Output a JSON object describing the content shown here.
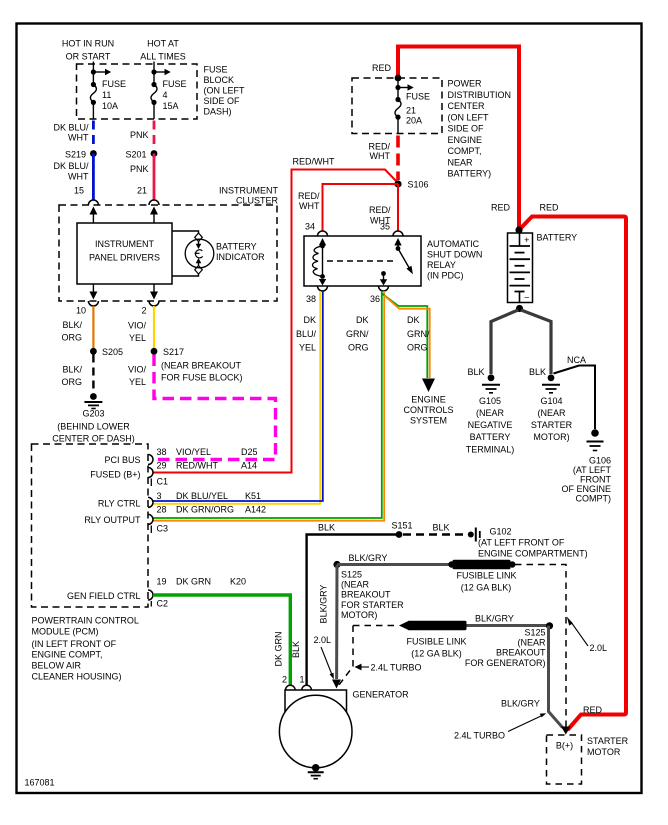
{
  "figure_number": "167081",
  "colors": {
    "red": "#f20000",
    "pink": "#e8174a",
    "dk_blue": "#0014cc",
    "yellow": "#ffd400",
    "orange": "#e07800",
    "magenta": "#ff00e8",
    "green": "#00a400",
    "grn_org_green": "#00a000",
    "grn_org_orange": "#ff8700",
    "gray": "#4c4c4c",
    "dark_gray": "#3a3a3a",
    "black": "#000000"
  },
  "fuse_block": {
    "feed1": [
      "HOT IN RUN",
      "OR START"
    ],
    "feed2": [
      "HOT AT",
      "ALL TIMES"
    ],
    "fuse1": [
      "FUSE",
      "11",
      "10A"
    ],
    "fuse2": [
      "FUSE",
      "4",
      "15A"
    ],
    "note": [
      "FUSE",
      "BLOCK",
      "(ON LEFT",
      "SIDE OF",
      "DASH)"
    ]
  },
  "wires": {
    "dk_blu_wht": [
      "DK BLU/",
      "WHT"
    ],
    "pnk": "PNK",
    "blk_org": [
      "BLK/",
      "ORG"
    ],
    "vio_yel": [
      "VIO/",
      "YEL"
    ],
    "red_wht": [
      "RED/",
      "WHT"
    ],
    "red_wht_inline": "RED/WHT",
    "red": "RED",
    "blk": "BLK",
    "blk_gry": "BLK/GRY",
    "dk_blu_yel": [
      "DK",
      "BLU/",
      "YEL"
    ],
    "dk_grn_org": [
      "DK",
      "GRN/",
      "ORG"
    ],
    "dk_grn": "DK GRN",
    "nca": "NCA"
  },
  "splices": {
    "s219": "S219",
    "s201": "S201",
    "s205": "S205",
    "s217": "S217",
    "s217_note": [
      "(NEAR BREAKOUT",
      "FOR FUSE BLOCK)"
    ],
    "s106": "S106",
    "s151": "S151",
    "s125": "S125",
    "s125_starter_note": [
      "(NEAR",
      "BREAKOUT",
      "FOR STARTER",
      "MOTOR)"
    ],
    "s125_generator_note": [
      "(NEAR",
      "BREAKOUT",
      "FOR GENERATOR)"
    ]
  },
  "pins": {
    "p15": "15",
    "p21": "21",
    "p10": "10",
    "p2": "2",
    "p34": "34",
    "p35": "35",
    "p38": "38",
    "p36": "36",
    "gen1": "1",
    "gen2": "2"
  },
  "instrument_cluster": {
    "title": [
      "INSTRUMENT",
      "CLUSTER"
    ],
    "drivers": [
      "INSTRUMENT",
      "PANEL DRIVERS"
    ],
    "indicator": [
      "BATTERY",
      "INDICATOR"
    ]
  },
  "pdc": {
    "note": [
      "POWER",
      "DISTRIBUTION",
      "CENTER",
      "(ON LEFT",
      "SIDE OF",
      "ENGINE",
      "COMPT,",
      "NEAR",
      "BATTERY)"
    ],
    "fuse": [
      "FUSE",
      "21",
      "20A"
    ]
  },
  "asd_relay": {
    "note": [
      "AUTOMATIC",
      "SHUT DOWN",
      "RELAY",
      "(IN PDC)"
    ]
  },
  "engine_controls": [
    "ENGINE",
    "CONTROLS",
    "SYSTEM"
  ],
  "battery": {
    "label": "BATTERY",
    "plus": "+",
    "minus": "−"
  },
  "grounds": {
    "g203": [
      "G203",
      "(BEHIND LOWER",
      "CENTER OF DASH)"
    ],
    "g105": [
      "G105",
      "(NEAR",
      "NEGATIVE",
      "BATTERY",
      "TERMINAL)"
    ],
    "g104": [
      "G104",
      "(NEAR",
      "STARTER",
      "MOTOR)"
    ],
    "g106": [
      "G106",
      "(AT LEFT",
      "FRONT",
      "OF ENGINE",
      "COMPT)"
    ],
    "g102": [
      "G102",
      "(AT LEFT FRONT OF",
      "ENGINE COMPARTMENT)"
    ]
  },
  "pcm": {
    "rows": {
      "r38": [
        "38",
        "VIO/YEL",
        "D25"
      ],
      "r29": [
        "29",
        "RED/WHT",
        "A14"
      ],
      "r3": [
        "3",
        "DK BLU/YEL",
        "K51"
      ],
      "r28": [
        "28",
        "DK GRN/ORG",
        "A142"
      ],
      "r19": [
        "19",
        "DK GRN",
        "K20"
      ]
    },
    "connectors": [
      "C1",
      "C3",
      "C2"
    ],
    "functions": [
      "PCI BUS",
      "FUSED (B+)",
      "RLY CTRL",
      "RLY OUTPUT",
      "GEN FIELD CTRL"
    ],
    "note": [
      "POWERTRAIN CONTROL",
      "MODULE (PCM)",
      "(IN LEFT FRONT OF",
      "ENGINE COMPT,",
      "BELOW AIR",
      "CLEANER HOUSING)"
    ]
  },
  "fusible_link": {
    "label": [
      "FUSIBLE LINK",
      "(12 GA BLK)"
    ]
  },
  "generator": {
    "label": "GENERATOR"
  },
  "starter": {
    "terminal": "B(+)",
    "label": [
      "STARTER",
      "MOTOR"
    ]
  },
  "engine_variants": {
    "v20": "2.0L",
    "v24": "2.4L TURBO"
  }
}
